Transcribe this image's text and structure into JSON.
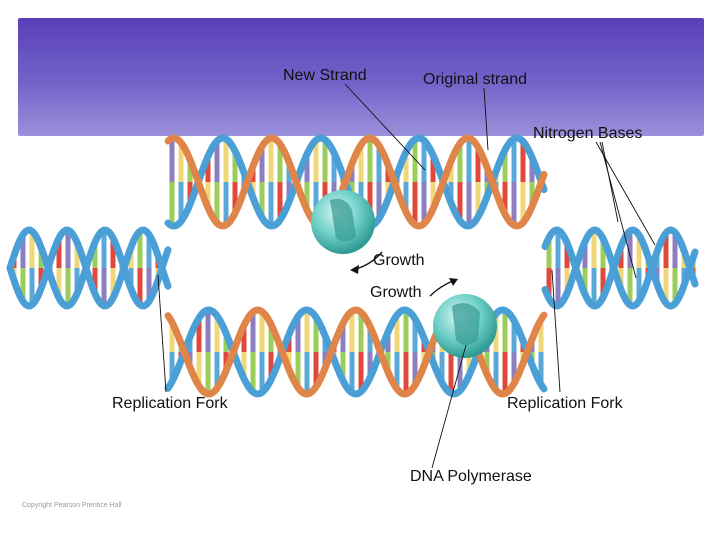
{
  "labels": {
    "new_strand": "New Strand",
    "original_strand": "Original strand",
    "nitrogen_bases": "Nitrogen Bases",
    "growth_top": "Growth",
    "growth_bottom": "Growth",
    "replication_fork_left": "Replication Fork",
    "replication_fork_right": "Replication Fork",
    "dna_polymerase": "DNA Polymerase"
  },
  "copyright": "Copyright Pearson Prentice Hall",
  "colors": {
    "header_top": "#5a3fb8",
    "header_bottom": "#9a90db",
    "backbone_blue": "#4a9fd6",
    "backbone_orange": "#e0854a",
    "base_red": "#e0483c",
    "base_purple": "#8c7fc0",
    "base_yellow": "#f0d77a",
    "base_green": "#9acd5a",
    "base_blue": "#5aa8d8",
    "enzyme": "#6fd0c8"
  }
}
